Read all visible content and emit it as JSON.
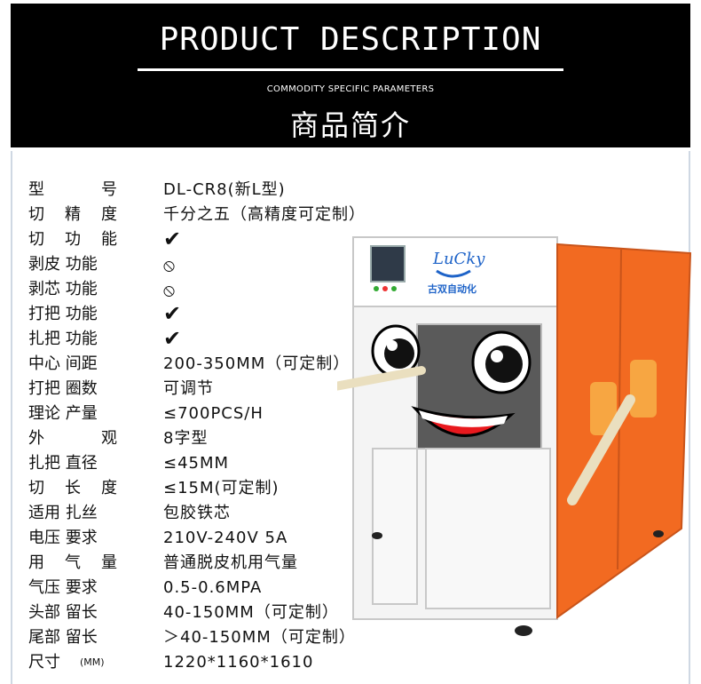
{
  "banner": {
    "title": "PRODUCT DESCRIPTION",
    "subtitle": "COMMODITY SPECIFIC PARAMETERS",
    "cn_title": "商品简介"
  },
  "brand": {
    "logo_text": "LuCky",
    "company": "古双自动化"
  },
  "specs": [
    {
      "label": "型号",
      "spread": true,
      "value": "DL-CR8(新L型)"
    },
    {
      "label": "切精度",
      "spread": true,
      "value": "千分之五（高精度可定制）"
    },
    {
      "label": "切功能",
      "spread": true,
      "value": "✔",
      "symbol": "check"
    },
    {
      "label": "剥皮 功能",
      "spread": false,
      "value": "⦸",
      "symbol": "no"
    },
    {
      "label": "剥芯 功能",
      "spread": false,
      "value": "⦸",
      "symbol": "no"
    },
    {
      "label": "打把 功能",
      "spread": false,
      "value": "✔",
      "symbol": "check"
    },
    {
      "label": "扎把 功能",
      "spread": false,
      "value": "✔",
      "symbol": "check"
    },
    {
      "label": "中心 间距",
      "spread": false,
      "value": "200-350MM（可定制）"
    },
    {
      "label": "打把 圈数",
      "spread": false,
      "value": "可调节"
    },
    {
      "label": "理论 产量",
      "spread": false,
      "value": "≤700PCS/H"
    },
    {
      "label": "外观",
      "spread": true,
      "value": "8字型"
    },
    {
      "label": "扎把 直径",
      "spread": false,
      "value": "≤45MM"
    },
    {
      "label": "切长度",
      "spread": true,
      "value": "≤15M(可定制)"
    },
    {
      "label": "适用 扎丝",
      "spread": false,
      "value": "包胶铁芯"
    },
    {
      "label": "电压 要求",
      "spread": false,
      "value": "210V-240V 5A"
    },
    {
      "label": "用气量",
      "spread": true,
      "value": "普通脱皮机用气量"
    },
    {
      "label": "气压 要求",
      "spread": false,
      "value": "0.5-0.6MPA"
    },
    {
      "label": "头部 留长",
      "spread": false,
      "value": "40-150MM（可定制）"
    },
    {
      "label": "尾部 留长",
      "spread": false,
      "value": "＞40-150MM（可定制）"
    },
    {
      "label": "尺寸",
      "spread": false,
      "value": "1220*1160*1610",
      "unit": "(MM)"
    }
  ],
  "colors": {
    "banner_bg": "#000000",
    "cabinet_orange": "#f26a21",
    "cabinet_white": "#f4f4f4",
    "face_dark": "#555555",
    "logo_blue": "#1e63c8"
  }
}
